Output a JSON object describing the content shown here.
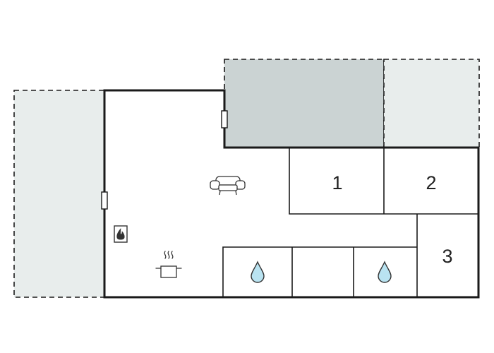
{
  "colors": {
    "wall": "#1a1a1a",
    "terrace": "#e8edec",
    "covered_terrace": "#cbd3d3",
    "water_fill": "#b9e3f1",
    "icon_stroke": "#333333",
    "background": "#ffffff"
  },
  "rooms": [
    {
      "id": "bedroom-1",
      "label": "1"
    },
    {
      "id": "bedroom-2",
      "label": "2"
    },
    {
      "id": "bedroom-3",
      "label": "3"
    }
  ],
  "icons": {
    "living": "sofa-icon",
    "fireplace": "fireplace-icon",
    "kitchen": "cooking-pot-icon",
    "bathroom": "water-drop-icon"
  }
}
